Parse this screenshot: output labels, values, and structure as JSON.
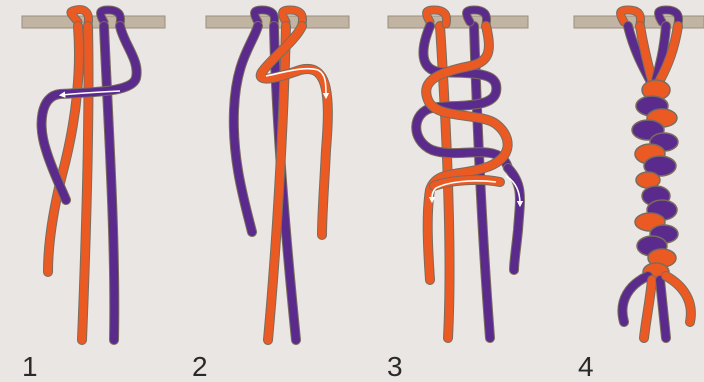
{
  "steps": [
    {
      "number": "1"
    },
    {
      "number": "2"
    },
    {
      "number": "3"
    },
    {
      "number": "4"
    }
  ],
  "colors": {
    "background": "#e9e6e3",
    "dowel": "#c2b4a2",
    "orange_cord": "#ec5a24",
    "purple_cord": "#5a2b8c",
    "arrow": "#ffffff",
    "outline": "#8a8478"
  }
}
